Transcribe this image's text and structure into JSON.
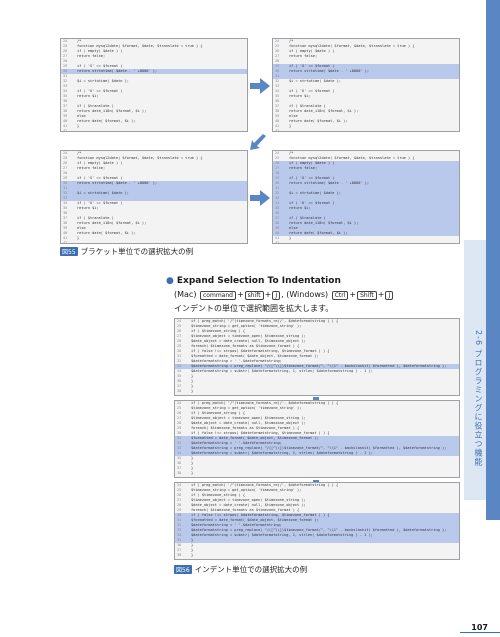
{
  "fig55": {
    "badge": "図55",
    "caption": "ブラケット単位での選択拡大の例"
  },
  "section": {
    "bullet": "●",
    "title": "Expand Selection To Indentation"
  },
  "shortcut": {
    "mac_label": "(Mac)",
    "mac_key1": "command",
    "plus1": "+",
    "mac_key2": "shift",
    "plus2": "+",
    "mac_key3": "J",
    "sep": ",",
    "win_label": "(Windows)",
    "win_key1": "Ctrl",
    "plus3": "+",
    "win_key2": "Shift",
    "plus4": "+",
    "win_key3": "J"
  },
  "description": "インデントの単位で選択範囲を拡大します。",
  "fig56": {
    "badge": "図56",
    "caption": "インデント単位での選択拡大の例"
  },
  "sidebar_text": "2-6 プログラミングに役立つ機能",
  "page_number": "107",
  "colors": {
    "accent": "#3c6fb0",
    "selection": "#b9c9ec",
    "sidebar": "#5b86c4"
  },
  "code_small": [
    {
      "n": "24",
      "t": "/* "
    },
    {
      "n": "25",
      "t": "function mysql2date( $format, $date, $translate = true ) {"
    },
    {
      "n": "26",
      "t": "    if ( empty( $date ) )"
    },
    {
      "n": "27",
      "t": "        return false;"
    },
    {
      "n": "28",
      "t": ""
    },
    {
      "n": "29",
      "t": "    if ( 'G' == $format )"
    },
    {
      "n": "30",
      "t": "        return strtotime( $date . ' +0000' );"
    },
    {
      "n": "31",
      "t": ""
    },
    {
      "n": "32",
      "t": "    $i = strtotime( $date );"
    },
    {
      "n": "33",
      "t": ""
    },
    {
      "n": "34",
      "t": "    if ( 'U' == $format )"
    },
    {
      "n": "35",
      "t": "        return $i;"
    },
    {
      "n": "36",
      "t": ""
    },
    {
      "n": "37",
      "t": "    if ( $translate )"
    },
    {
      "n": "38",
      "t": "        return date_i18n( $format, $i );"
    },
    {
      "n": "39",
      "t": "    else"
    },
    {
      "n": "40",
      "t": "        return date( $format, $i );"
    },
    {
      "n": "41",
      "t": "}"
    },
    {
      "n": "42",
      "t": ""
    }
  ],
  "code_large": [
    {
      "n": "24",
      "t": "    if ( preg_match( '/^(timezone_formats_re)/', $dateformatstring ) ) {"
    },
    {
      "n": "25",
      "t": "        $timezone_string = get_option( 'timezone_string' );"
    },
    {
      "n": "26",
      "t": "        if ( $timezone_string ) {"
    },
    {
      "n": "27",
      "t": "            $timezone_object = timezone_open( $timezone_string );"
    },
    {
      "n": "28",
      "t": "            $date_object = date_create( null, $timezone_object );"
    },
    {
      "n": "29",
      "t": "            foreach( $timezone_formats as $timezone_format ) {"
    },
    {
      "n": "30",
      "t": "                if ( false !== strpos( $dateformatstring, $timezone_format ) ) {"
    },
    {
      "n": "31",
      "t": "                    $formatted = date_format( $date_object, $timezone_format );"
    },
    {
      "n": "32",
      "t": "                    $dateformatstring = ' '.$dateformatstring;"
    },
    {
      "n": "33",
      "t": "                    $dateformatstring = preg_replace( \"/([^\\\\])$timezone_format/\", \"\\\\1\" . backslashit( $formatted ), $dateformatstring );"
    },
    {
      "n": "34",
      "t": "                    $dateformatstring = substr( $dateformatstring, 1, strlen( $dateformatstring ) - 1 );"
    },
    {
      "n": "35",
      "t": "                }"
    },
    {
      "n": "36",
      "t": "            }"
    },
    {
      "n": "37",
      "t": "        }"
    },
    {
      "n": "38",
      "t": "    }"
    }
  ]
}
